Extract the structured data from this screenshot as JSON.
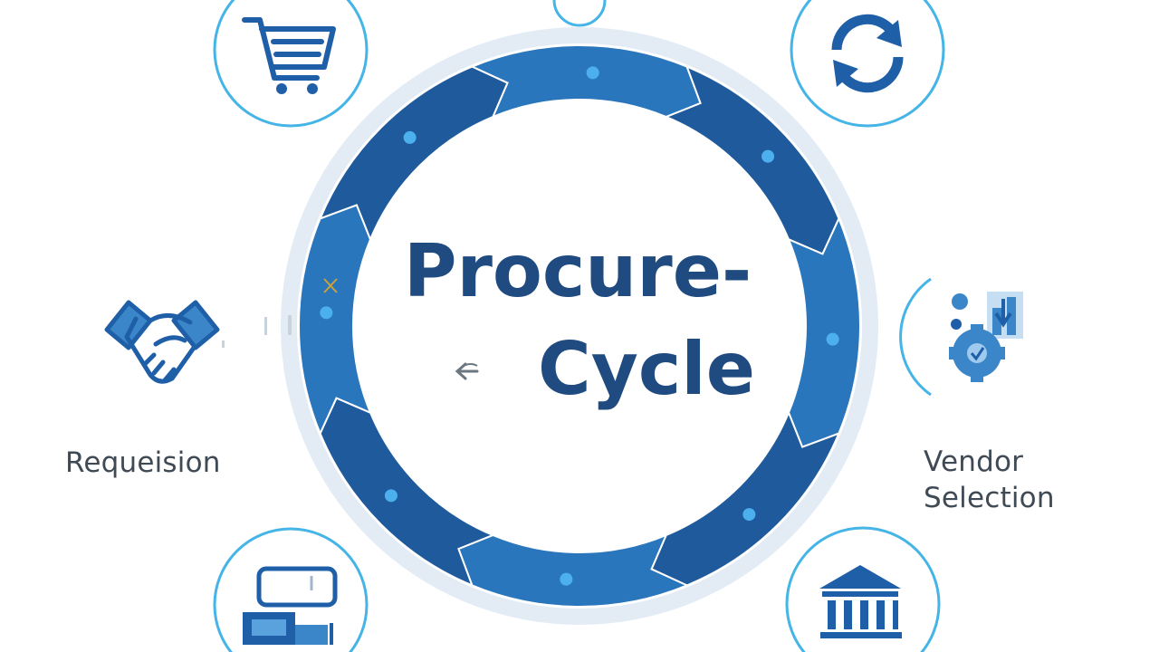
{
  "title": {
    "line1": "Procure-",
    "line2": "Cycle"
  },
  "stages": {
    "requisition": {
      "label": "Requeision",
      "icon": "handshake-icon"
    },
    "vendor_selection": {
      "label_line1": "Vendor",
      "label_line2": "Selection",
      "icon": "settings-gear-icon"
    },
    "top_left": {
      "icon": "shopping-cart-icon"
    },
    "top_right": {
      "icon": "refresh-icon"
    },
    "bottom_left": {
      "icon": "delivery-truck-icon"
    },
    "bottom_right": {
      "icon": "bank-building-icon"
    }
  },
  "colors": {
    "ring_dark": "#1e5a9c",
    "ring_mid": "#2a76bd",
    "ring_light": "#3b86c9",
    "outer_halo": "#e3ecf5",
    "dot": "#4db0ee",
    "icon_blue": "#1f5fa8",
    "circle_stroke": "#45b4e6",
    "title": "#1f4b80",
    "label_text": "#3f4a55"
  }
}
